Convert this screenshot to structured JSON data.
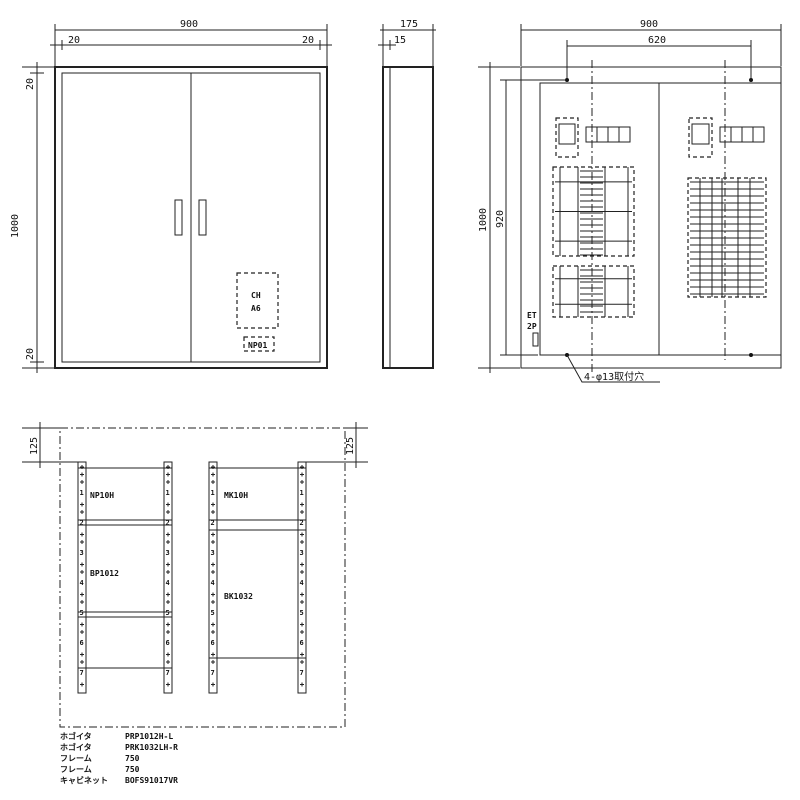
{
  "front_view": {
    "width_dim": "900",
    "left_margin_dim": "20",
    "right_margin_dim": "20",
    "height_dim": "1000",
    "top_margin_dim": "20",
    "bottom_margin_dim": "20",
    "window_label_1": "CH",
    "window_label_2": "A6",
    "nameplate": "NP01"
  },
  "side_view": {
    "depth_dim": "175",
    "door_dim": "15"
  },
  "interior_view": {
    "width_dim": "900",
    "mount_pitch_dim": "620",
    "height_dim": "1000",
    "mount_height_dim": "920",
    "et_label_1": "ET",
    "et_label_2": "2P",
    "mount_hole_note": "4-φ13取付穴"
  },
  "frame_view": {
    "top_dim_left": "125",
    "top_dim_right": "125",
    "left_panel": [
      "NP10H",
      "BP1012"
    ],
    "right_panel": [
      "MK10H",
      "BK1032"
    ],
    "rail_numbers": [
      "1",
      "2",
      "3",
      "4",
      "5",
      "6",
      "7"
    ]
  },
  "parts_list": [
    {
      "name": "ホゴイタ",
      "code": "PRP1012H-L"
    },
    {
      "name": "ホゴイタ",
      "code": "PRK1032LH-R"
    },
    {
      "name": "フレーム",
      "code": "750"
    },
    {
      "name": "フレーム",
      "code": "750"
    },
    {
      "name": "キャビネット",
      "code": "BOFS91017VR"
    }
  ]
}
